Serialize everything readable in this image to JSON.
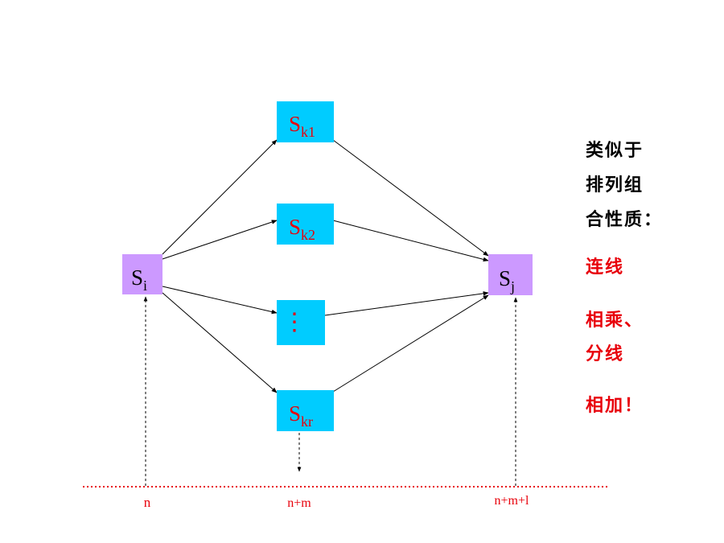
{
  "colors": {
    "source_node": "#cc99ff",
    "mid_node": "#00ccff",
    "red": "#e8000b",
    "black": "#000000"
  },
  "nodes": {
    "si": {
      "base": "S",
      "sub": "i"
    },
    "sj": {
      "base": "S",
      "sub": "j"
    },
    "sk1": {
      "base": "S",
      "sub": "k1"
    },
    "sk2": {
      "base": "S",
      "sub": "k2"
    },
    "dots": {
      "text": "⋮"
    },
    "skr": {
      "base": "S",
      "sub": "kr"
    }
  },
  "axis": {
    "labels": [
      "n",
      "n+m",
      "n+m+l"
    ]
  },
  "side_notes": {
    "line1": "类似于",
    "line2": "排列组",
    "line3": "合性质：",
    "line4": "连线",
    "line5": "相乘、",
    "line6": "分线",
    "line7": "相加！"
  }
}
